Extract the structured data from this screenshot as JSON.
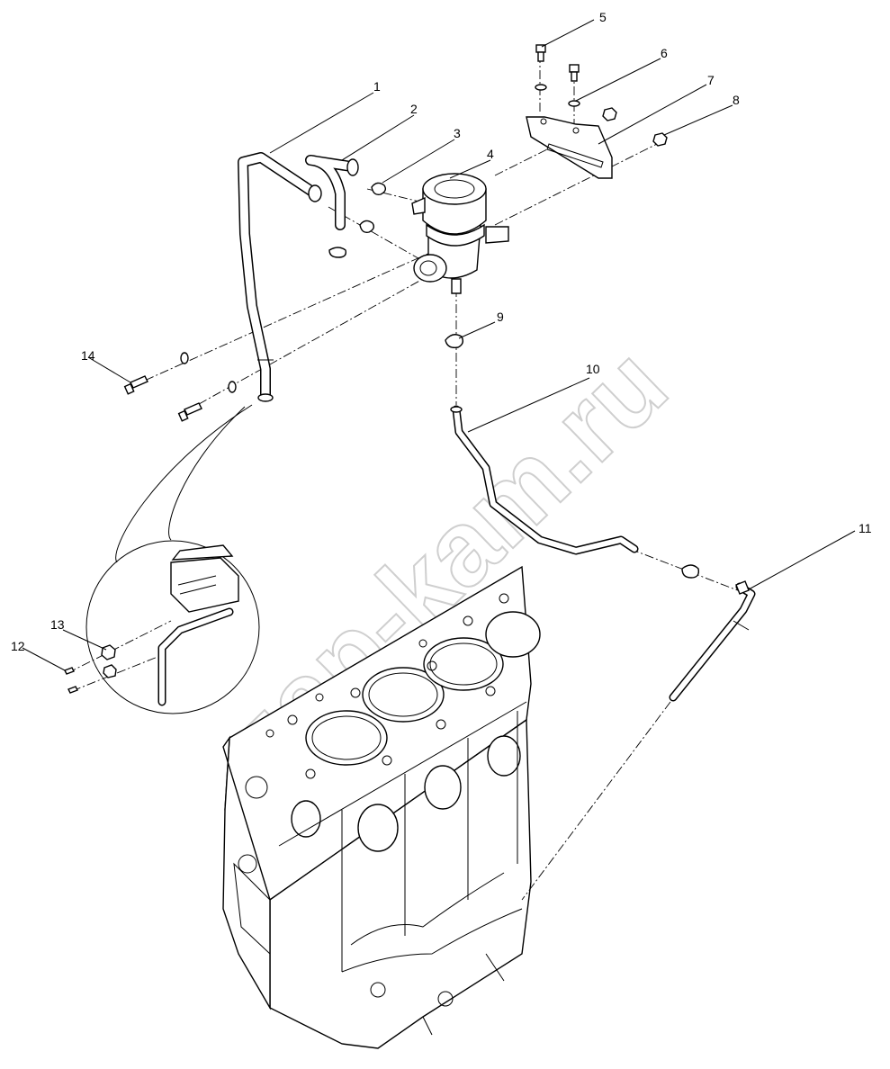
{
  "watermark": {
    "text": "zap-kam.ru"
  },
  "callouts": [
    {
      "number": "1"
    },
    {
      "number": "2"
    },
    {
      "number": "3"
    },
    {
      "number": "4"
    },
    {
      "number": "5"
    },
    {
      "number": "6"
    },
    {
      "number": "7"
    },
    {
      "number": "8"
    },
    {
      "number": "9"
    },
    {
      "number": "10"
    },
    {
      "number": "11"
    },
    {
      "number": "12"
    },
    {
      "number": "13"
    },
    {
      "number": "14"
    }
  ]
}
